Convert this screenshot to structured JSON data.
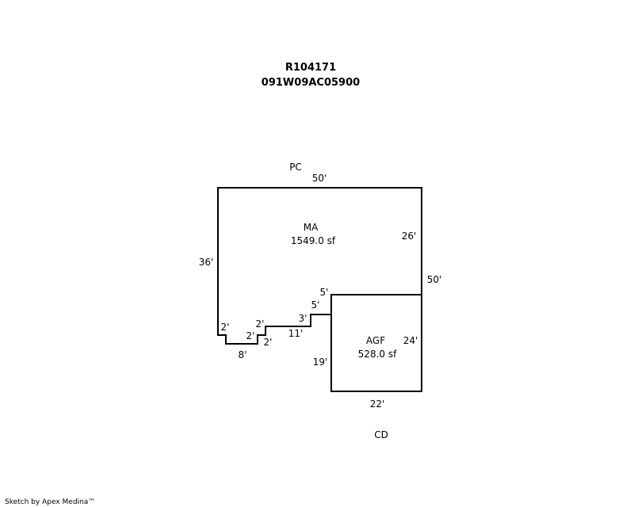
{
  "header": {
    "parcel_id": "R104171",
    "account_no": "091W09AC05900"
  },
  "labels": {
    "top_area": "PC",
    "bottom_area": "CD"
  },
  "areas": {
    "main": {
      "code": "MA",
      "size": "1549.0 sf"
    },
    "garage": {
      "code": "AGF",
      "size": "528.0 sf"
    }
  },
  "dimensions": {
    "top": "50'",
    "left": "36'",
    "right_upper": "26'",
    "right_total": "50'",
    "notch_top": "5'",
    "notch_side": "5'",
    "step_3": "3'",
    "step_11": "11'",
    "step_2a": "2'",
    "step_2b": "2'",
    "step_2c": "2'",
    "step_2d": "2'",
    "bottom_8": "8'",
    "garage_left": "19'",
    "garage_right": "24'",
    "garage_bottom": "22'"
  },
  "footer": {
    "credit": "Sketch by Apex Medina™"
  }
}
